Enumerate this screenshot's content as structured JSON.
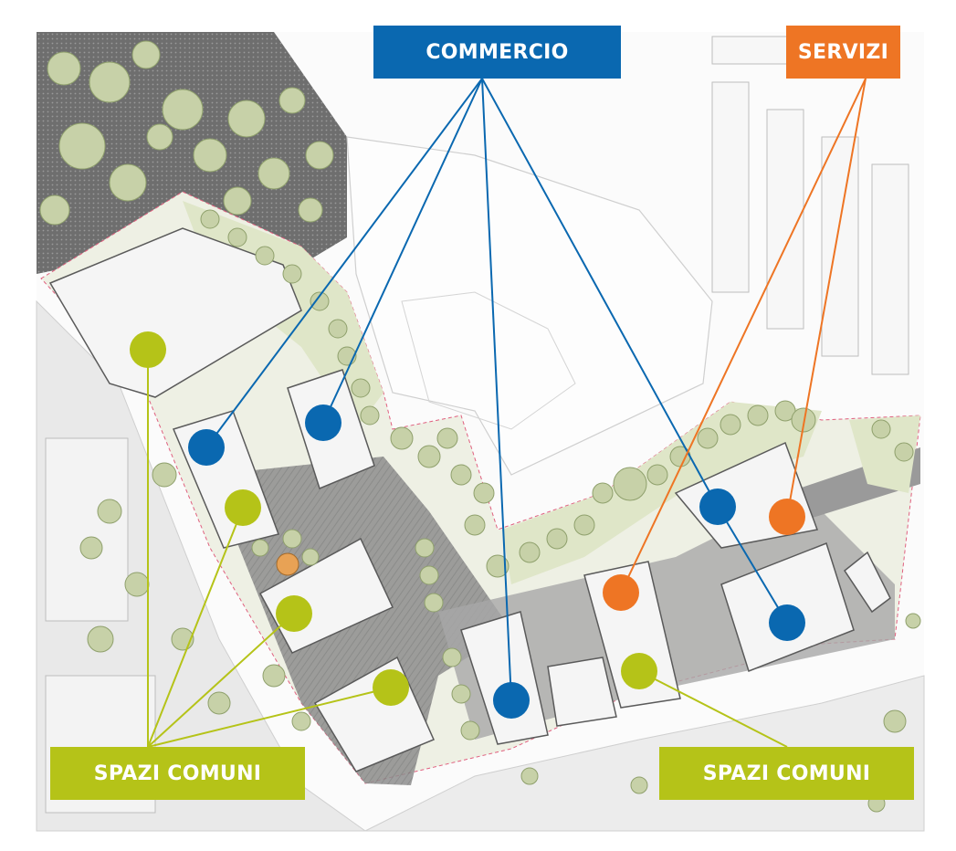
{
  "colors": {
    "commercio": "#0a68b0",
    "servizi": "#ee7524",
    "spazi_comuni": "#b5c318",
    "background": "#ffffff",
    "site_fill": "#ecefe2",
    "building": "#f6f6f6",
    "paving": "#9b9b9b",
    "trees": "#b8c49a",
    "boundary": "#e0607f"
  },
  "labels": {
    "commercio": "COMMERCIO",
    "servizi": "SERVIZI",
    "spazi_comuni_left": "SPAZI COMUNI",
    "spazi_comuni_right": "SPAZI COMUNI"
  }
}
